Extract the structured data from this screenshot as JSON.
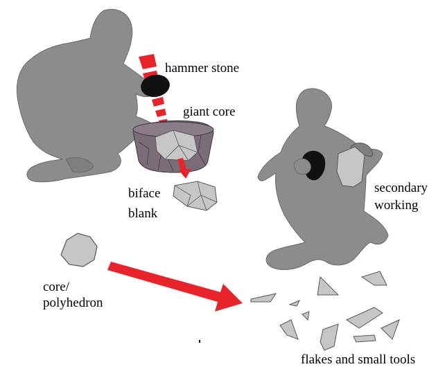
{
  "labels": {
    "hammer_stone": "hammer stone",
    "giant_core": "giant core",
    "biface_blank_line1": "biface",
    "biface_blank_line2": "blank",
    "secondary_working_line1": "secondary",
    "secondary_working_line2": "working",
    "core_polyhedron_line1": "core/",
    "core_polyhedron_line2": "polyhedron",
    "flakes_and_small_tools": "flakes and small tools"
  },
  "colors": {
    "figure_fill": "#8c8c8c",
    "figure_stroke": "#6a6a6a",
    "core_fill": "#7a6d78",
    "core_dark": "#5e5360",
    "stone_fill": "#c6c6c6",
    "stone_stroke": "#555555",
    "hammer_fill": "#111111",
    "arrow_red": "#e8232a"
  },
  "icons": {
    "left_figure": "crouching-knapper-figure",
    "right_figure": "crouching-worker-figure",
    "hammer": "hammer-stone-icon",
    "core": "giant-core-icon",
    "biface": "biface-blank-icon",
    "polyhedron": "core-polyhedron-icon",
    "flakes": "flakes-group",
    "strike_arrow": "dashed-strike-arrow",
    "flow_arrow": "red-flow-arrow"
  }
}
